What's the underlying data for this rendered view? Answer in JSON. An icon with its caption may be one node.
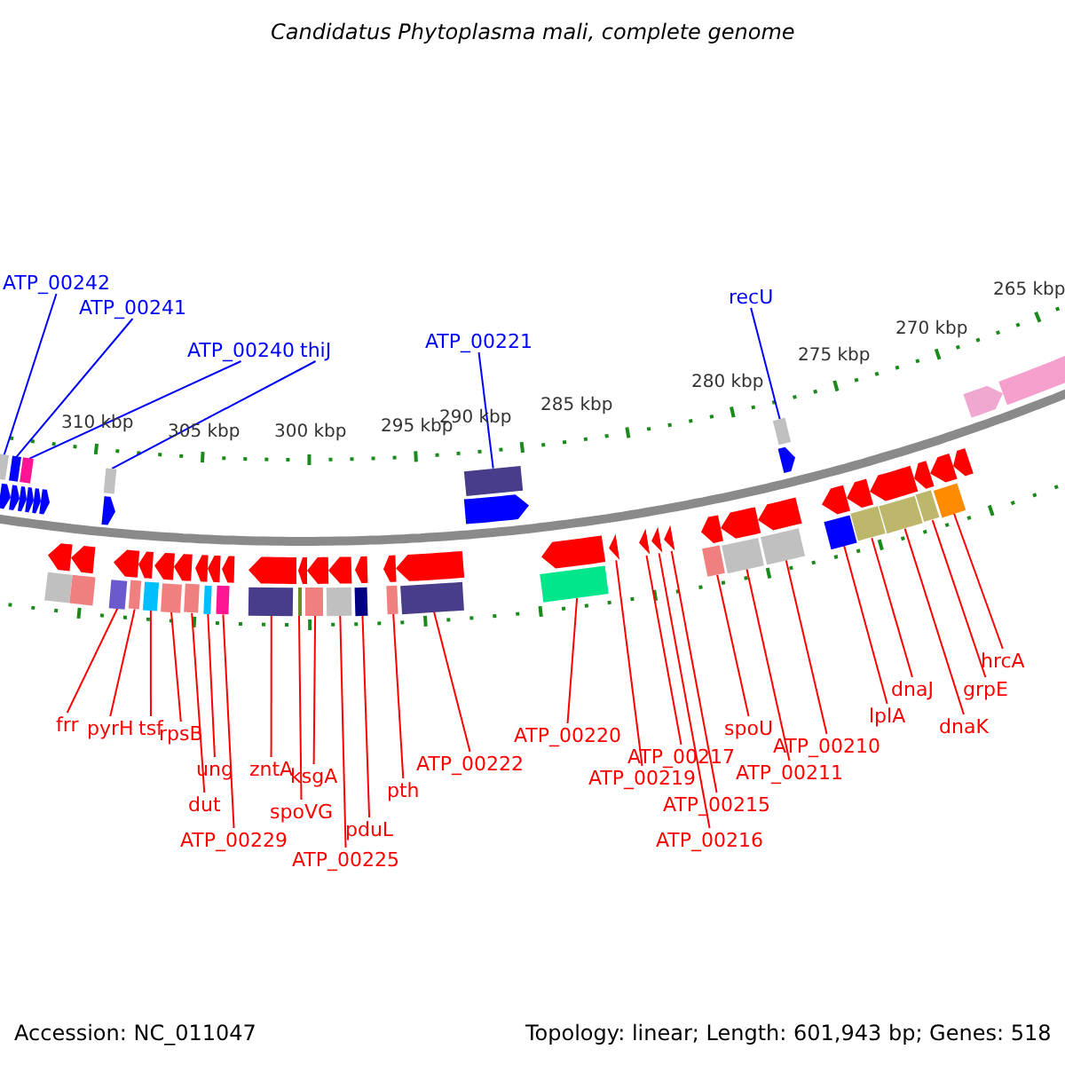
{
  "diagram": {
    "title": "Candidatus Phytoplasma mali, complete genome",
    "nodes": [
      {
        "text": [
          "ATP_00242"
        ]
      },
      {
        "text": [
          "ATP_00241"
        ]
      },
      {
        "text": [
          "ATP_00240"
        ]
      },
      {
        "text": [
          "thiJ"
        ]
      },
      {
        "text": [
          "ATP_00221"
        ]
      },
      {
        "text": [
          "recU"
        ]
      },
      {
        "text": [
          "frr"
        ]
      },
      {
        "text": [
          "pyrH"
        ]
      },
      {
        "text": [
          "tsf"
        ]
      },
      {
        "text": [
          "rpsB"
        ]
      },
      {
        "text": [
          "dut"
        ]
      },
      {
        "text": [
          "ung"
        ]
      },
      {
        "text": [
          "ATP_00229"
        ]
      },
      {
        "text": [
          "zntA"
        ]
      },
      {
        "text": [
          "spoVG"
        ]
      },
      {
        "text": [
          "ksgA"
        ]
      },
      {
        "text": [
          "ATP_00225"
        ]
      },
      {
        "text": [
          "pduL"
        ]
      },
      {
        "text": [
          "pth"
        ]
      },
      {
        "text": [
          "ATP_00222"
        ]
      },
      {
        "text": [
          "ATP_00220"
        ]
      },
      {
        "text": [
          "ATP_00219"
        ]
      },
      {
        "text": [
          "ATP_00217"
        ]
      },
      {
        "text": [
          "ATP_00216"
        ]
      },
      {
        "text": [
          "ATP_00215"
        ]
      },
      {
        "text": [
          "spoU"
        ]
      },
      {
        "text": [
          "ATP_00211"
        ]
      },
      {
        "text": [
          "ATP_00210"
        ]
      },
      {
        "text": [
          "lplA"
        ]
      },
      {
        "text": [
          "dnaJ"
        ]
      },
      {
        "text": [
          "dnaK"
        ]
      },
      {
        "text": [
          "grpE"
        ]
      },
      {
        "text": [
          "hrcA"
        ]
      },
      {
        "text": [],
        "shape": "bar"
      },
      {
        "text": [],
        "shape": "bar"
      },
      {
        "text": [],
        "shape": "bar"
      },
      {
        "text": [],
        "shape": "bar"
      },
      {
        "text": [],
        "shape": "bar"
      },
      {
        "text": [],
        "shape": "bar"
      },
      {
        "text": [],
        "shape": "bar"
      },
      {
        "text": [],
        "shape": "bar"
      },
      {
        "text": [],
        "shape": "bar"
      },
      {
        "text": [],
        "shape": "bar"
      },
      {
        "text": [],
        "shape": "bar"
      },
      {
        "text": [],
        "shape": "bar"
      },
      {
        "text": [],
        "shape": "bar"
      },
      {
        "text": [],
        "shape": "bar"
      },
      {
        "text": [],
        "shape": "bar"
      },
      {
        "text": [],
        "shape": "bar"
      },
      {
        "text": [],
        "shape": "bar"
      },
      {
        "text": [],
        "shape": "bar"
      },
      {
        "text": [],
        "shape": "bar"
      },
      {
        "text": [],
        "shape": "bar"
      },
      {
        "text": [],
        "shape": "bar"
      },
      {
        "text": [],
        "shape": "arrow"
      },
      {
        "text": [],
        "shape": "arrow"
      },
      {
        "text": [],
        "shape": "arrow"
      },
      {
        "text": [],
        "shape": "arrow"
      },
      {
        "text": [],
        "shape": "bar"
      },
      {
        "text": [],
        "shape": "bar"
      },
      {
        "text": [],
        "shape": "bar"
      },
      {
        "text": [],
        "shape": "bar"
      },
      {
        "text": [],
        "shape": "bar"
      },
      {
        "text": [],
        "shape": "bar"
      },
      {
        "text": [],
        "shape": "bar"
      },
      {
        "text": [],
        "shape": "bar"
      }
    ],
    "edges": [
      {
        "from": 0,
        "to": 33,
        "arrow": "none",
        "color": "#0000ff"
      },
      {
        "from": 1,
        "to": 34,
        "arrow": "none",
        "color": "#0000ff"
      },
      {
        "from": 2,
        "to": 35,
        "arrow": "none",
        "color": "#0000ff"
      },
      {
        "from": 3,
        "to": 36,
        "arrow": "none",
        "color": "#0000ff"
      },
      {
        "from": 4,
        "to": 37,
        "arrow": "none",
        "color": "#0000ff"
      },
      {
        "from": 5,
        "to": 38,
        "arrow": "none",
        "color": "#0000ff"
      },
      {
        "from": 6,
        "to": 39,
        "arrow": "none"
      },
      {
        "from": 7,
        "to": 40,
        "arrow": "none"
      },
      {
        "from": 8,
        "to": 41,
        "arrow": "none"
      },
      {
        "from": 9,
        "to": 42,
        "arrow": "none"
      },
      {
        "from": 10,
        "to": 43,
        "arrow": "none"
      },
      {
        "from": 11,
        "to": 44,
        "arrow": "none"
      },
      {
        "from": 12,
        "to": 45,
        "arrow": "none"
      },
      {
        "from": 13,
        "to": 46,
        "arrow": "none"
      },
      {
        "from": 14,
        "to": 47,
        "arrow": "none"
      },
      {
        "from": 15,
        "to": 48,
        "arrow": "none"
      },
      {
        "from": 16,
        "to": 49,
        "arrow": "none"
      },
      {
        "from": 17,
        "to": 50,
        "arrow": "none"
      },
      {
        "from": 18,
        "to": 51,
        "arrow": "none"
      },
      {
        "from": 19,
        "to": 52,
        "arrow": "none"
      },
      {
        "from": 20,
        "to": 53,
        "arrow": "none"
      },
      {
        "from": 21,
        "to": 54,
        "arrow": "none"
      },
      {
        "from": 22,
        "to": 55,
        "arrow": "none"
      },
      {
        "from": 23,
        "to": 56,
        "arrow": "none"
      },
      {
        "from": 24,
        "to": 57,
        "arrow": "none"
      },
      {
        "from": 25,
        "to": 58,
        "arrow": "none"
      },
      {
        "from": 26,
        "to": 59,
        "arrow": "none"
      },
      {
        "from": 27,
        "to": 60,
        "arrow": "none"
      },
      {
        "from": 28,
        "to": 61,
        "arrow": "none"
      },
      {
        "from": 29,
        "to": 62,
        "arrow": "none"
      },
      {
        "from": 30,
        "to": 63,
        "arrow": "none"
      },
      {
        "from": 31,
        "to": 64,
        "arrow": "none"
      },
      {
        "from": 32,
        "to": 65,
        "arrow": "none"
      }
    ],
    "labels": [
      "310 kbp",
      "305 kbp",
      "300 kbp",
      "295 kbp",
      "290 kbp",
      "285 kbp",
      "280 kbp",
      "275 kbp",
      "270 kbp",
      "265 kbp",
      "Accession: NC_011047",
      "Topology: linear; Length: 601,943 bp; Genes: 518"
    ]
  }
}
